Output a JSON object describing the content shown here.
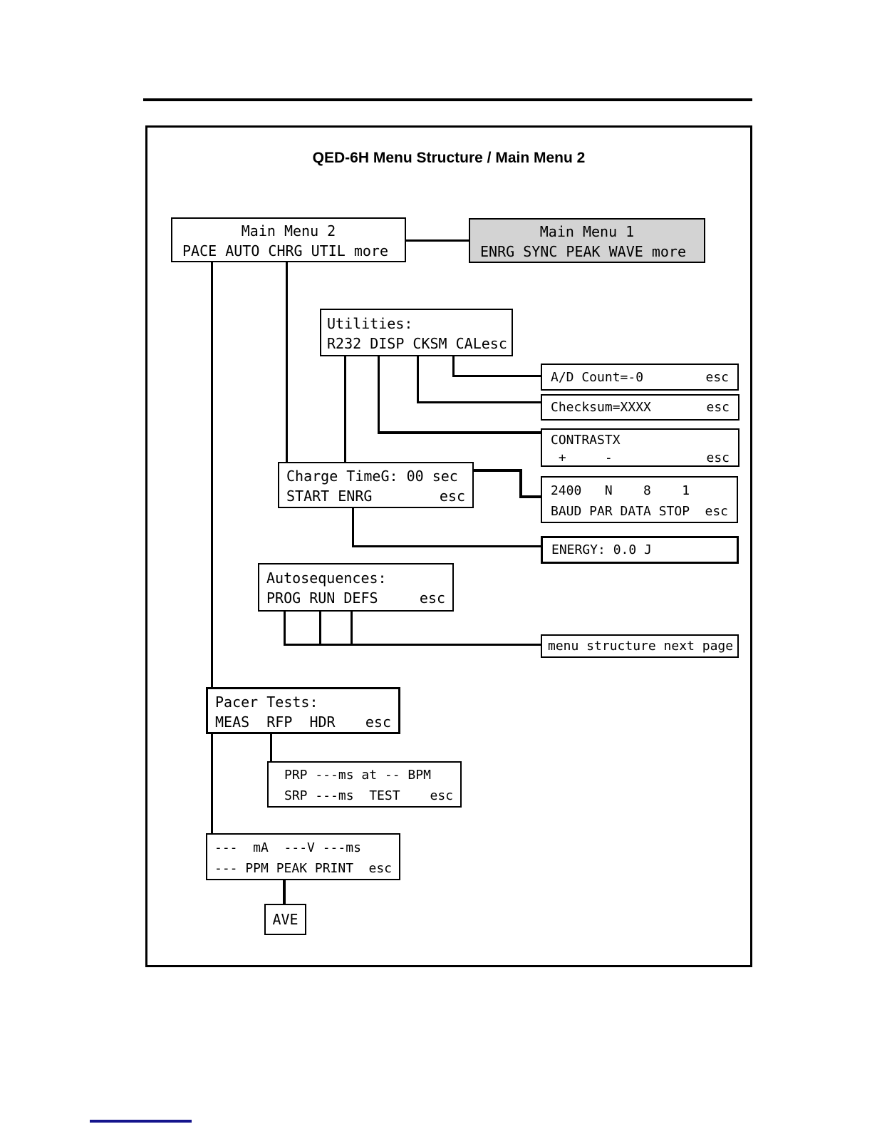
{
  "document": {
    "title": "QED-6H Menu Structure / Main Menu 2"
  },
  "screens": {
    "main_menu_2": {
      "title": "Main Menu 2",
      "items": "PACE AUTO CHRG UTIL more"
    },
    "main_menu_1": {
      "title": "Main Menu 1",
      "items": "ENRG SYNC PEAK WAVE more"
    },
    "utilities": {
      "title": "Utilities:",
      "items": "R232 DISP CKSM CAL",
      "esc": "esc"
    },
    "ad_count": {
      "text": "A/D Count=-0",
      "esc": "esc"
    },
    "checksum": {
      "text": "Checksum=XXXX",
      "esc": "esc"
    },
    "contrast": {
      "title": "CONTRASTX",
      "items": " +     -",
      "esc": "esc"
    },
    "serial": {
      "line1": "2400   N    8    1",
      "line2": "BAUD PAR DATA STOP",
      "esc": "esc"
    },
    "charge_time": {
      "line1": "Charge TimeG: 00 sec",
      "line2": "START ENRG",
      "esc": "esc"
    },
    "energy": {
      "text": "ENERGY: 0.0 J"
    },
    "autosequences": {
      "title": "Autosequences:",
      "items": "PROG RUN DEFS",
      "esc": "esc"
    },
    "menu_next": {
      "text": "menu structure next page"
    },
    "pacer_tests": {
      "title": "Pacer Tests:",
      "items": "MEAS  RFP  HDR",
      "esc": "esc"
    },
    "pacer_prp": {
      "line1": "PRP ---ms at -- BPM",
      "line2": "SRP ---ms  TEST",
      "esc": "esc"
    },
    "pacer_meas": {
      "line1": "---  mA  ---V ---ms",
      "line2": "--- PPM PEAK PRINT",
      "esc": "esc"
    },
    "ave": {
      "text": "AVE"
    }
  },
  "colors": {
    "box_border": "#000000",
    "menu1_bg": "#d3d3d3",
    "footer_rule": "#14148c"
  }
}
